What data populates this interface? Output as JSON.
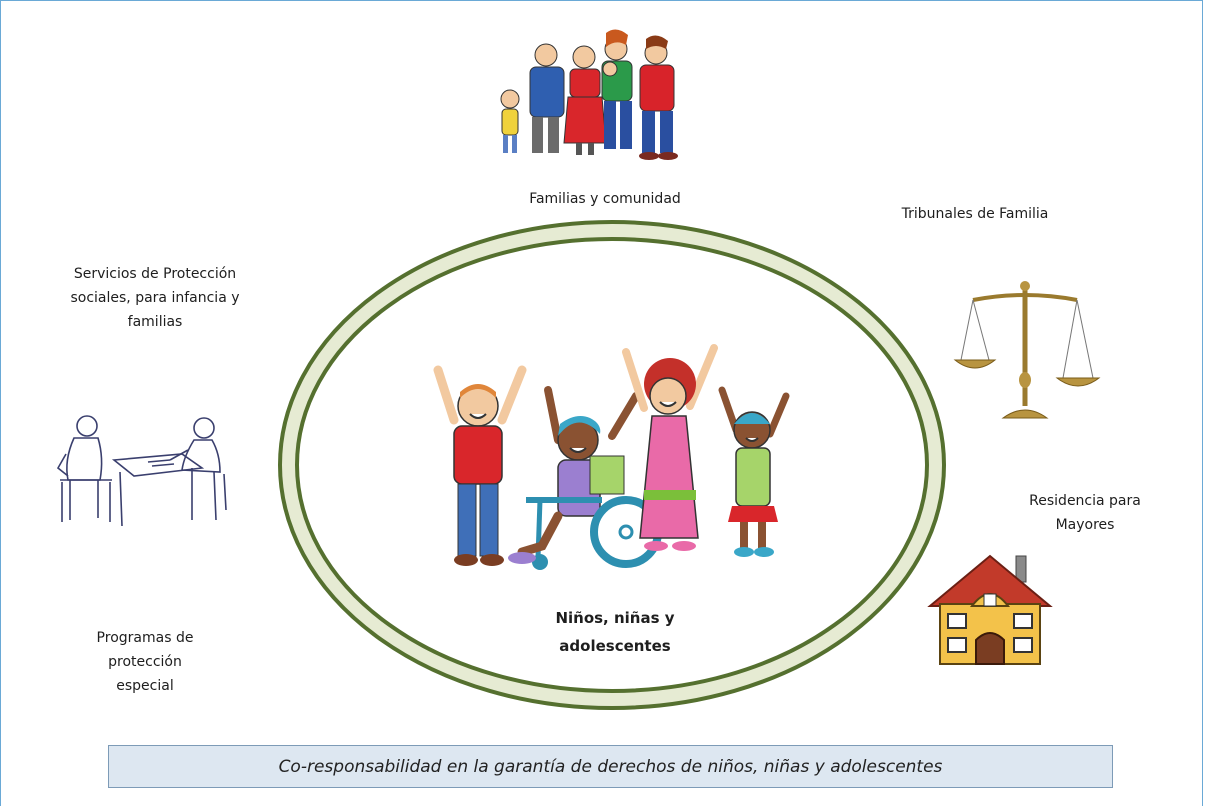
{
  "labels": {
    "families": "Familias y comunidad",
    "courts": "Tribunales de Familia",
    "social_services": [
      "Servicios de Protección",
      "sociales, para infancia y",
      "familias"
    ],
    "elderly": [
      "Residencia para",
      "Mayores"
    ],
    "programs": [
      "Programas de",
      "protección",
      "especial"
    ],
    "center": [
      "Niños, niñas  y",
      "adolescentes"
    ]
  },
  "footer": "Co-responsabilidad en la garantía de derechos de niños, niñas y adolescentes",
  "icons": [
    "family-group-icon",
    "scales-of-justice-icon",
    "house-icon",
    "counselor-meeting-icon",
    "children-celebrating-icon"
  ],
  "colors": {
    "ring_outer": "#55702f",
    "ring_fill": "#e6ebd3",
    "banner_bg": "#dde7f1",
    "frame": "#6aa9d6"
  }
}
